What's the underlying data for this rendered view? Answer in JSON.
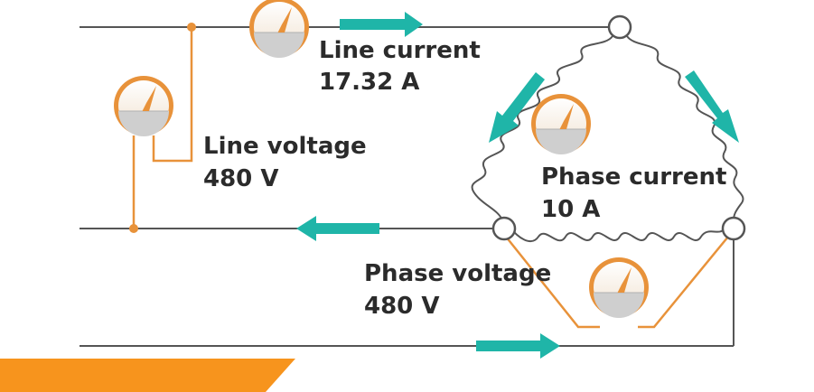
{
  "labels": {
    "line_current_title": "Line current",
    "line_current_value": "17.32 A",
    "line_voltage_title": "Line voltage",
    "line_voltage_value": "480 V",
    "phase_current_title": "Phase current",
    "phase_current_value": "10 A",
    "phase_voltage_title": "Phase voltage",
    "phase_voltage_value": "480 V"
  },
  "colors": {
    "wire": "#555555",
    "meter_lead": "#e8923a",
    "arrow": "#1fb5a8",
    "accent_band": "#f7941d",
    "meter_ring": "#e8923a",
    "meter_face": "#f6ecdf"
  },
  "icons": {
    "meter": "analog-meter-icon",
    "arrow": "flow-arrow-icon",
    "coil": "coil-winding-icon"
  }
}
